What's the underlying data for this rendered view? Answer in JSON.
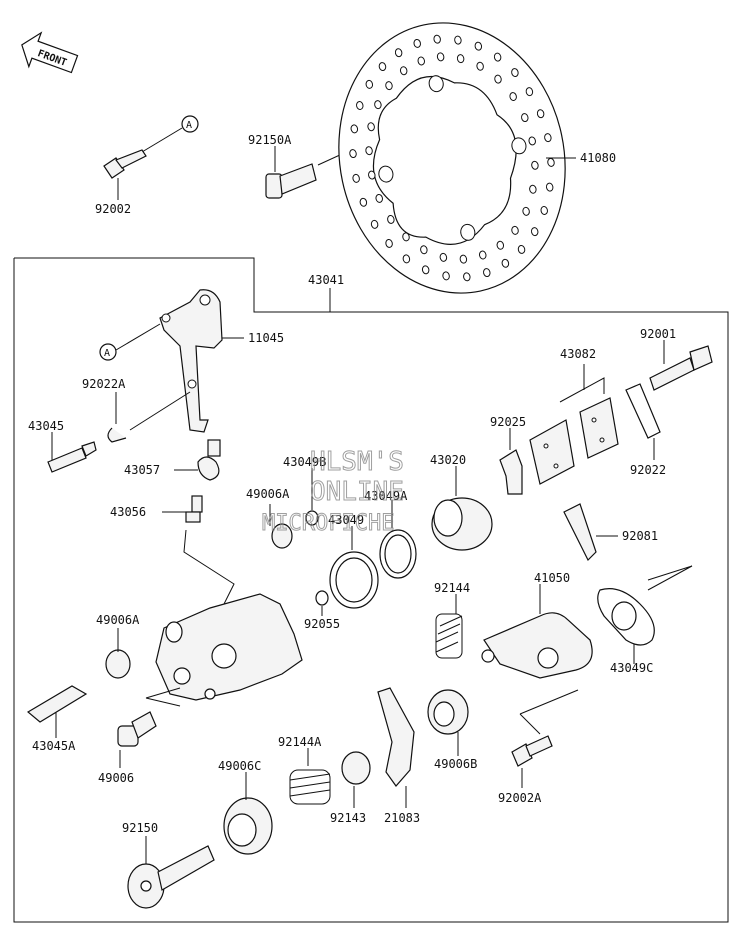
{
  "watermark": {
    "line1": "HLSM'S",
    "line2": "ONLINE",
    "line3": "MICROFICHE"
  },
  "front_badge": "FRONT",
  "callout": "A",
  "labels": {
    "p92002": "92002",
    "p92150A": "92150A",
    "p41080": "41080",
    "p43041": "43041",
    "p11045": "11045",
    "p92022A": "92022A",
    "p43045": "43045",
    "p43057": "43057",
    "p43056": "43056",
    "p43049B": "43049B",
    "p49006A_top": "49006A",
    "p43049": "43049",
    "p43049A": "43049A",
    "p43020": "43020",
    "p92025": "92025",
    "p43082": "43082",
    "p92001": "92001",
    "p92022": "92022",
    "p92081": "92081",
    "p92144": "92144",
    "p41050": "41050",
    "p43049C": "43049C",
    "p49006A": "49006A",
    "p92055": "92055",
    "p43045A": "43045A",
    "p49006": "49006",
    "p92144A": "92144A",
    "p49006C": "49006C",
    "p92143": "92143",
    "p21083": "21083",
    "p49006B": "49006B",
    "p92002A": "92002A",
    "p92150": "92150"
  }
}
